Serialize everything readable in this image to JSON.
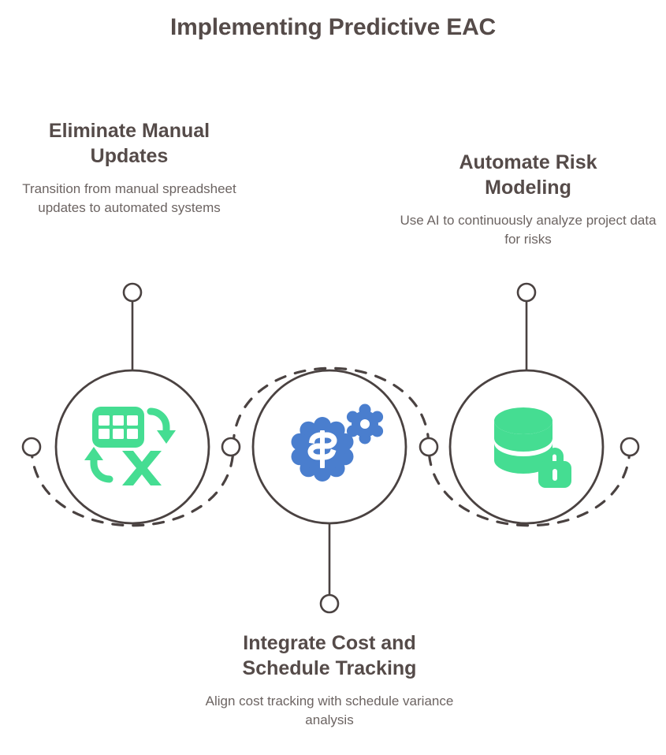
{
  "title": "Implementing Predictive EAC",
  "colors": {
    "stroke": "#4a4241",
    "title_text": "#554b49",
    "body_text": "#6c6462",
    "icon_green": "#45dd92",
    "icon_blue": "#4a7ece",
    "background": "#ffffff"
  },
  "nodes": [
    {
      "id": "eliminate-manual-updates",
      "title": "Eliminate Manual\nUpdates",
      "title_line1": "Eliminate Manual",
      "title_line2": "Updates",
      "description": "Transition from manual spreadsheet updates to automated systems",
      "icon": "spreadsheet-sync-icon",
      "icon_color": "#45dd92",
      "label_position": "above"
    },
    {
      "id": "integrate-cost-and-schedule-tracking",
      "title": "Integrate Cost and\nSchedule Tracking",
      "title_line1": "Integrate Cost and",
      "title_line2": "Schedule Tracking",
      "description": "Align cost tracking with schedule variance analysis",
      "icon": "cost-gears-icon",
      "icon_color": "#4a7ece",
      "label_position": "below"
    },
    {
      "id": "automate-risk-modeling",
      "title": "Automate Risk\nModeling",
      "title_line1": "Automate Risk",
      "title_line2": "Modeling",
      "description": "Use AI to continuously analyze project data for risks",
      "icon": "database-lock-icon",
      "icon_color": "#45dd92",
      "label_position": "above"
    }
  ],
  "connector": {
    "style": "dashed-serpentine",
    "node_markers": 4
  }
}
